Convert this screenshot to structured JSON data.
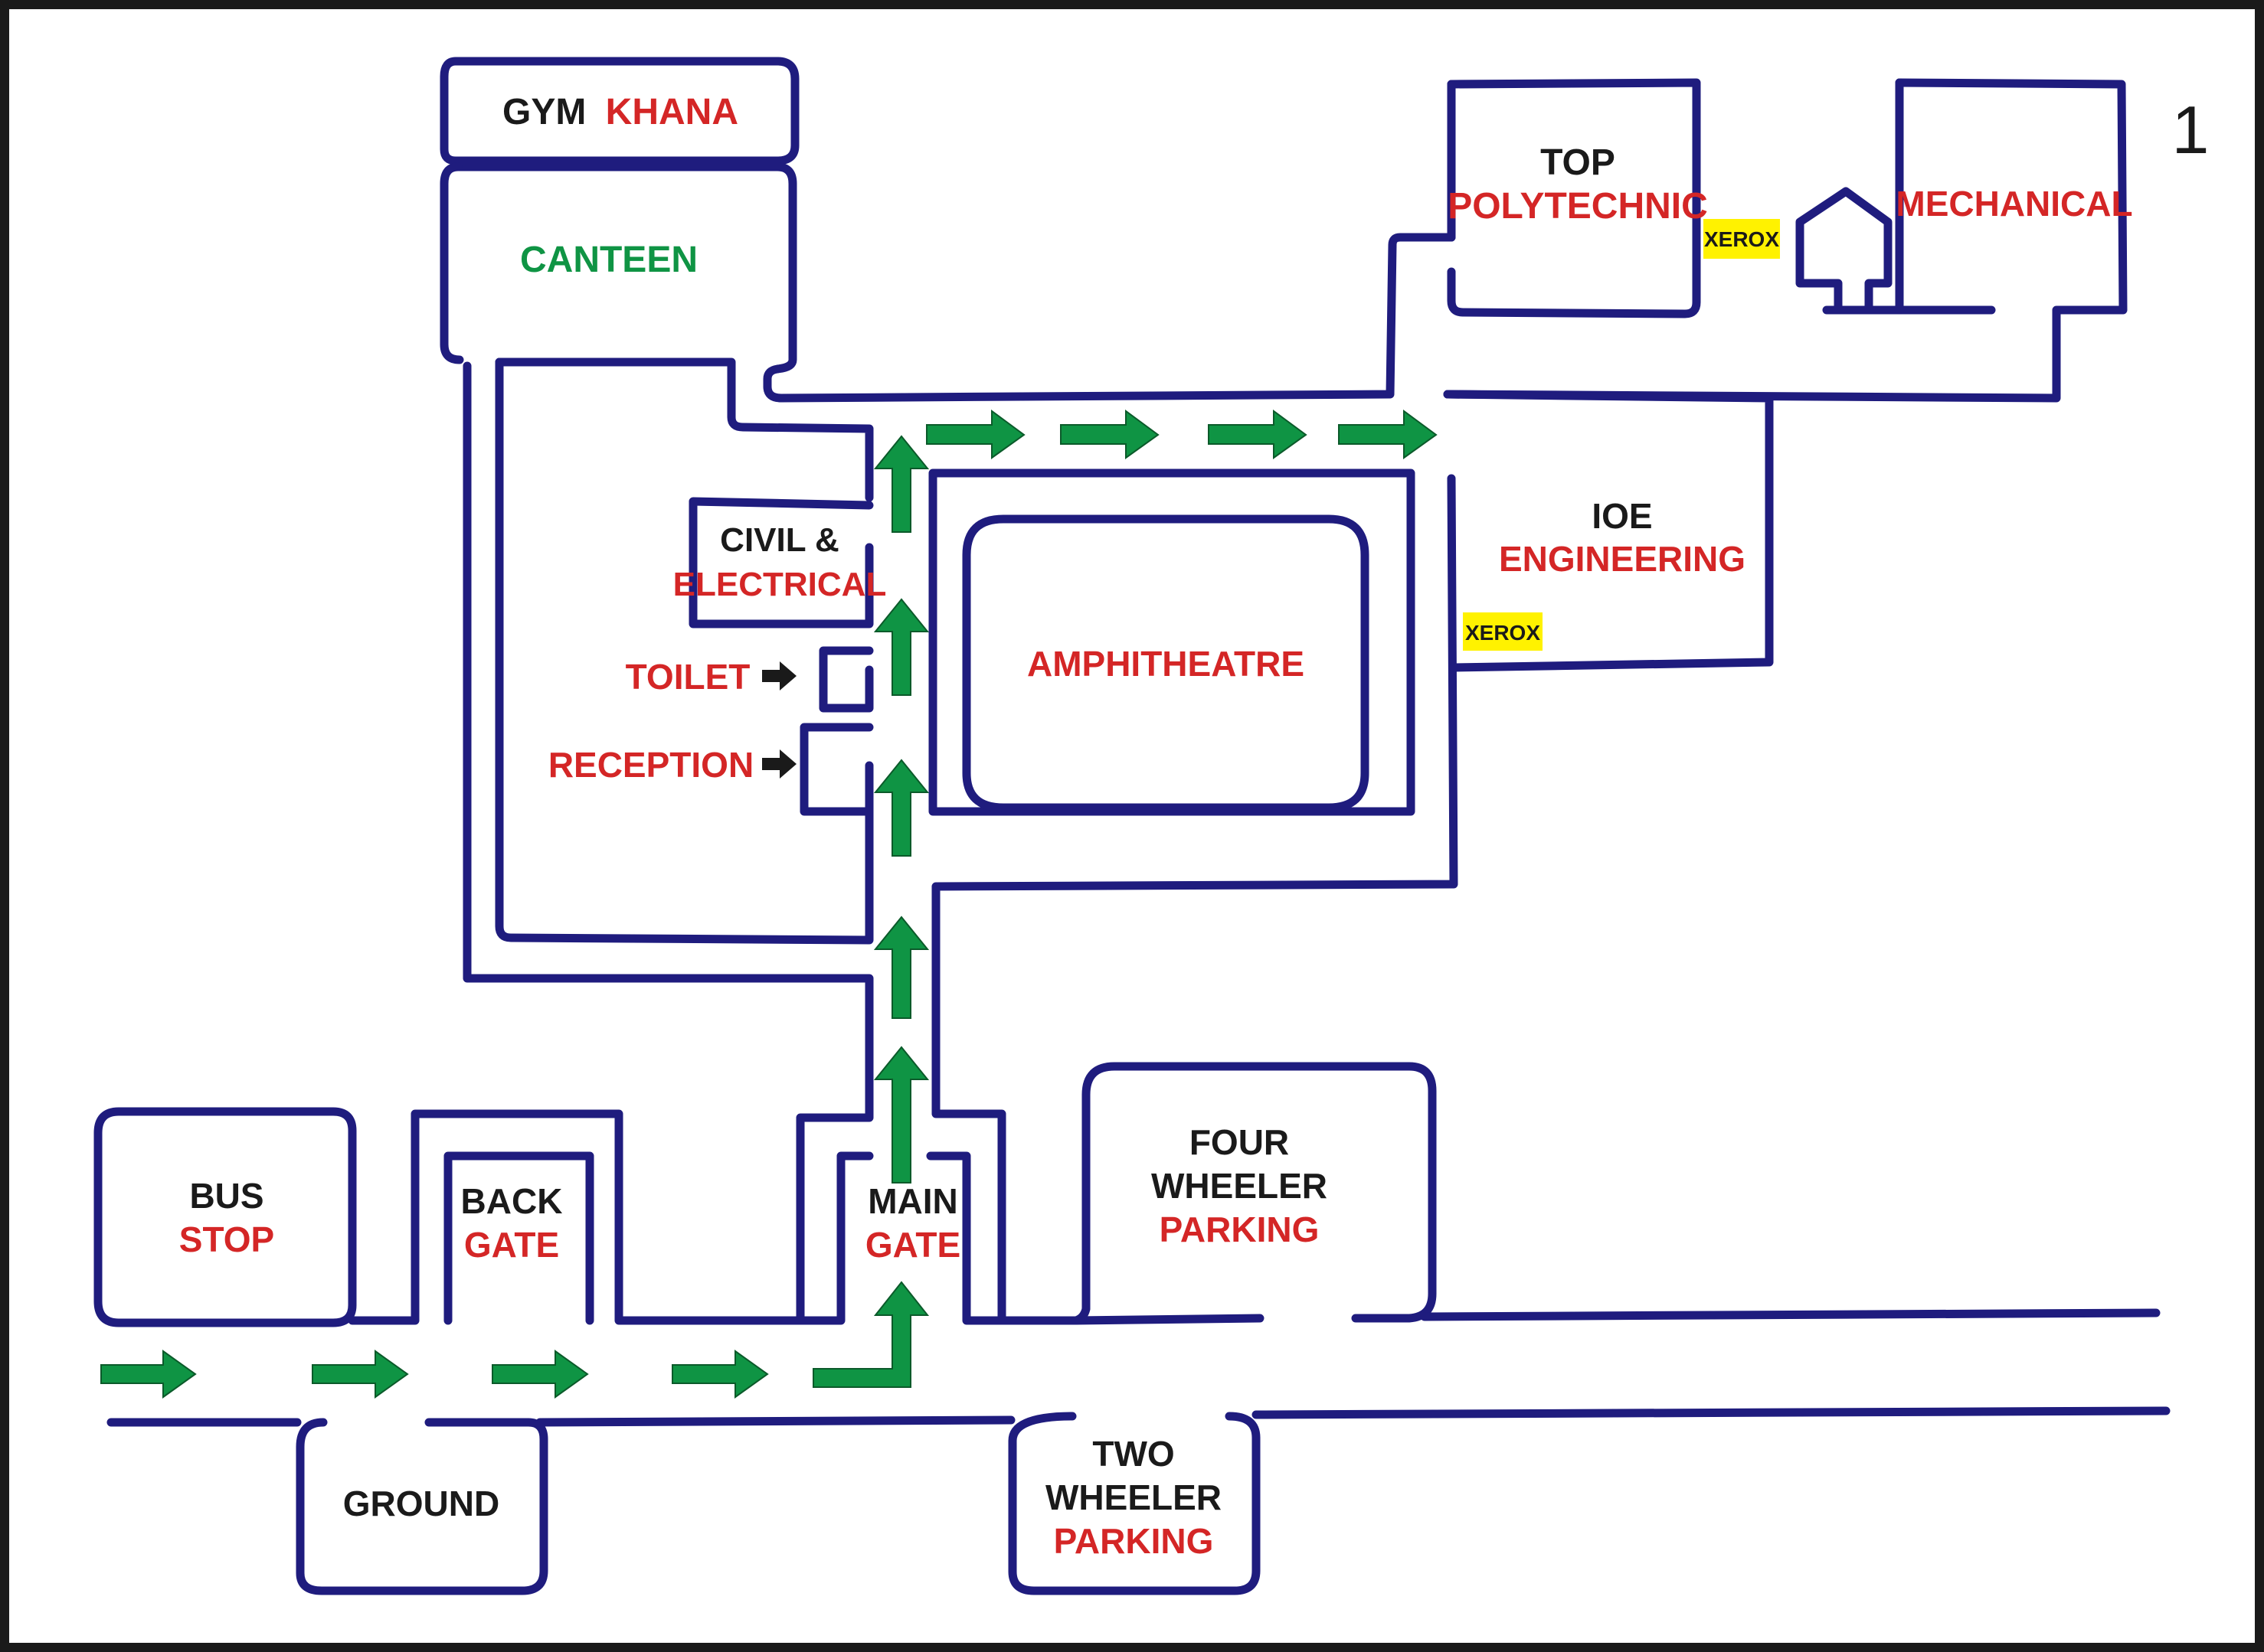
{
  "page_number": "1",
  "colors": {
    "outline": "#1f1c7e",
    "arrow": "#0f9444",
    "black": "#1a1a1a",
    "red": "#d42626",
    "green": "#0f9444",
    "xerox_bg": "#fff200",
    "frame": "#1a1a1a"
  },
  "labels": {
    "gym_1": "GYM",
    "gym_2": "KHANA",
    "canteen": "CANTEEN",
    "top_1": "TOP",
    "top_2": "POLYTECHNIC",
    "mechanical": "MECHANICAL",
    "xerox_top": "XEROX",
    "xerox_ioe": "XEROX",
    "civil_1": "CIVIL &",
    "civil_2": "ELECTRICAL",
    "toilet": "TOILET",
    "reception": "RECEPTION",
    "amphitheatre": "AMPHITHEATRE",
    "ioe_1": "IOE",
    "ioe_2": "ENGINEERING",
    "bus_1": "BUS",
    "bus_2": "STOP",
    "back_1": "BACK",
    "back_2": "GATE",
    "main_1": "MAIN",
    "main_2": "GATE",
    "four_1": "FOUR",
    "four_2": "WHEELER",
    "four_3": "PARKING",
    "two_1": "TWO",
    "two_2": "WHEELER",
    "two_3": "PARKING",
    "ground": "GROUND"
  }
}
